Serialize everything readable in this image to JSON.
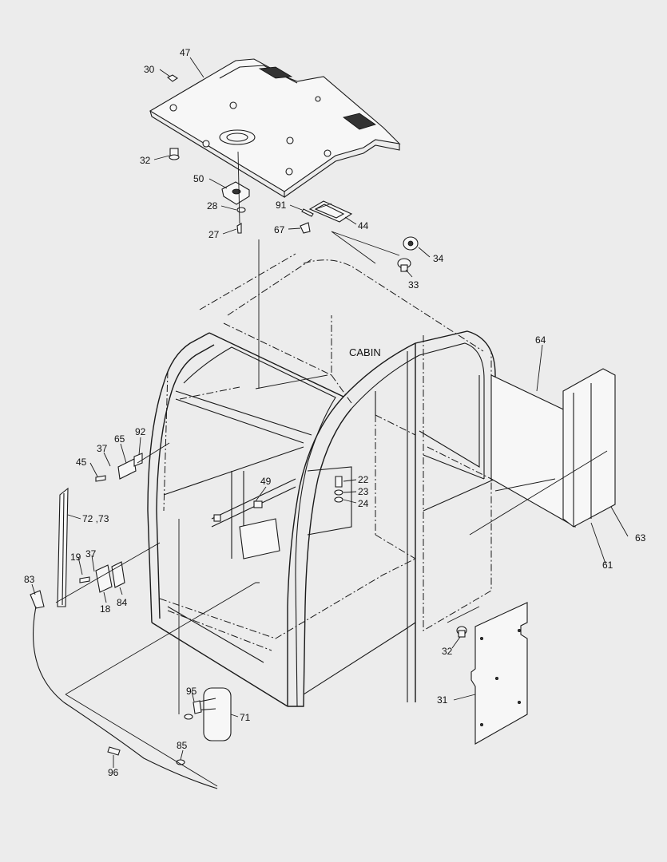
{
  "diagram": {
    "cabin_label": "CABIN",
    "callouts": [
      {
        "id": "c30",
        "text": "30"
      },
      {
        "id": "c47",
        "text": "47"
      },
      {
        "id": "c32a",
        "text": "32"
      },
      {
        "id": "c50",
        "text": "50"
      },
      {
        "id": "c28",
        "text": "28"
      },
      {
        "id": "c27",
        "text": "27"
      },
      {
        "id": "c91",
        "text": "91"
      },
      {
        "id": "c67",
        "text": "67"
      },
      {
        "id": "c44",
        "text": "44"
      },
      {
        "id": "c34",
        "text": "34"
      },
      {
        "id": "c33",
        "text": "33"
      },
      {
        "id": "c64",
        "text": "64"
      },
      {
        "id": "c92",
        "text": "92"
      },
      {
        "id": "c37a",
        "text": "37"
      },
      {
        "id": "c65",
        "text": "65"
      },
      {
        "id": "c45",
        "text": "45"
      },
      {
        "id": "c49",
        "text": "49"
      },
      {
        "id": "c22",
        "text": "22"
      },
      {
        "id": "c23",
        "text": "23"
      },
      {
        "id": "c24",
        "text": "24"
      },
      {
        "id": "c72",
        "text": "72 ,73"
      },
      {
        "id": "c19",
        "text": "19"
      },
      {
        "id": "c37b",
        "text": "37"
      },
      {
        "id": "c83",
        "text": "83"
      },
      {
        "id": "c18",
        "text": "18"
      },
      {
        "id": "c84",
        "text": "84"
      },
      {
        "id": "c63",
        "text": "63"
      },
      {
        "id": "c61",
        "text": "61"
      },
      {
        "id": "c32b",
        "text": "32"
      },
      {
        "id": "c31",
        "text": "31"
      },
      {
        "id": "c95",
        "text": "95"
      },
      {
        "id": "c71",
        "text": "71"
      },
      {
        "id": "c85",
        "text": "85"
      },
      {
        "id": "c96",
        "text": "96"
      }
    ]
  }
}
